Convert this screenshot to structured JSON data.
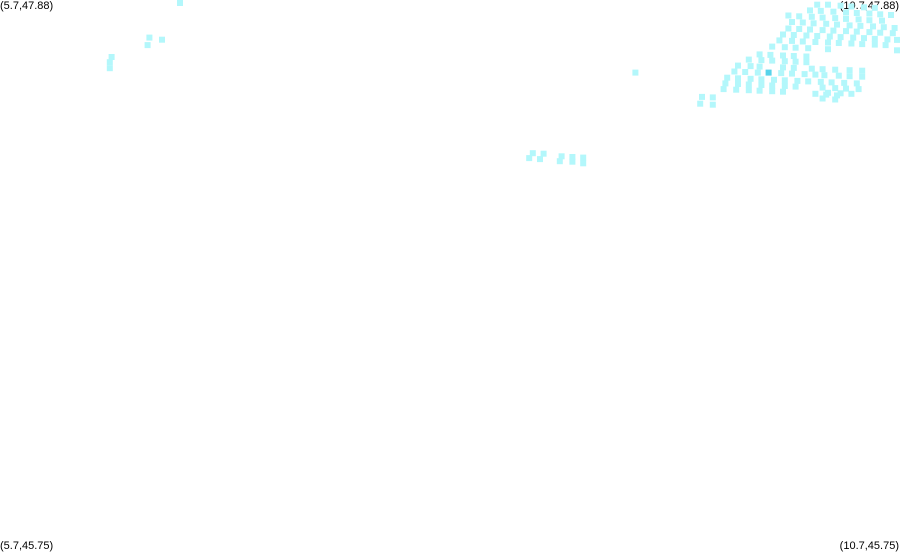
{
  "corners": {
    "top_left": "(5.7,47.88)",
    "top_right": "(10.7,47.88)",
    "bottom_left": "(5.7,45.75)",
    "bottom_right": "(10.7,45.75)"
  },
  "extent": {
    "lon_min": 5.7,
    "lon_max": 10.7,
    "lat_min": 45.75,
    "lat_max": 47.88
  },
  "colors": {
    "cell": "#b3f7fb",
    "highlight": "#58d3ea",
    "background": "#ffffff",
    "text": "#000000"
  },
  "highlight_cells": [
    [
      9.97,
      47.6
    ]
  ],
  "cells": [
    [
      6.7,
      47.875
    ],
    [
      6.53,
      47.735
    ],
    [
      6.6,
      47.727
    ],
    [
      6.52,
      47.706
    ],
    [
      6.32,
      47.66
    ],
    [
      6.31,
      47.64
    ],
    [
      6.31,
      47.617
    ],
    [
      9.23,
      47.6
    ],
    [
      8.66,
      47.289
    ],
    [
      8.72,
      47.287
    ],
    [
      8.64,
      47.27
    ],
    [
      8.7,
      47.266
    ],
    [
      8.82,
      47.277
    ],
    [
      8.88,
      47.274
    ],
    [
      8.94,
      47.272
    ],
    [
      8.81,
      47.258
    ],
    [
      8.88,
      47.256
    ],
    [
      8.94,
      47.25
    ],
    [
      9.6,
      47.506
    ],
    [
      9.66,
      47.504
    ],
    [
      9.59,
      47.48
    ],
    [
      9.66,
      47.476
    ],
    [
      10.24,
      47.862
    ],
    [
      10.3,
      47.862
    ],
    [
      10.37,
      47.858
    ],
    [
      10.43,
      47.855
    ],
    [
      10.5,
      47.852
    ],
    [
      10.56,
      47.85
    ],
    [
      10.2,
      47.84
    ],
    [
      10.26,
      47.838
    ],
    [
      10.33,
      47.835
    ],
    [
      10.4,
      47.832
    ],
    [
      10.46,
      47.83
    ],
    [
      10.53,
      47.828
    ],
    [
      10.59,
      47.825
    ],
    [
      10.65,
      47.822
    ],
    [
      10.08,
      47.82
    ],
    [
      10.14,
      47.817
    ],
    [
      10.21,
      47.815
    ],
    [
      10.27,
      47.812
    ],
    [
      10.34,
      47.81
    ],
    [
      10.4,
      47.807
    ],
    [
      10.47,
      47.805
    ],
    [
      10.53,
      47.802
    ],
    [
      10.6,
      47.8
    ],
    [
      10.1,
      47.795
    ],
    [
      10.16,
      47.793
    ],
    [
      10.22,
      47.79
    ],
    [
      10.29,
      47.788
    ],
    [
      10.35,
      47.785
    ],
    [
      10.42,
      47.782
    ],
    [
      10.48,
      47.78
    ],
    [
      10.55,
      47.778
    ],
    [
      10.61,
      47.775
    ],
    [
      10.67,
      47.772
    ],
    [
      10.08,
      47.77
    ],
    [
      10.14,
      47.768
    ],
    [
      10.2,
      47.766
    ],
    [
      10.27,
      47.764
    ],
    [
      10.33,
      47.762
    ],
    [
      10.4,
      47.76
    ],
    [
      10.46,
      47.758
    ],
    [
      10.53,
      47.756
    ],
    [
      10.59,
      47.754
    ],
    [
      10.66,
      47.752
    ],
    [
      10.05,
      47.747
    ],
    [
      10.11,
      47.745
    ],
    [
      10.18,
      47.743
    ],
    [
      10.24,
      47.741
    ],
    [
      10.31,
      47.739
    ],
    [
      10.37,
      47.737
    ],
    [
      10.44,
      47.735
    ],
    [
      10.5,
      47.733
    ],
    [
      10.56,
      47.73
    ],
    [
      10.63,
      47.728
    ],
    [
      10.69,
      47.726
    ],
    [
      10.03,
      47.724
    ],
    [
      10.1,
      47.722
    ],
    [
      10.16,
      47.72
    ],
    [
      10.23,
      47.718
    ],
    [
      10.3,
      47.716
    ],
    [
      10.36,
      47.714
    ],
    [
      10.43,
      47.712
    ],
    [
      10.49,
      47.71
    ],
    [
      10.56,
      47.708
    ],
    [
      10.62,
      47.706
    ],
    [
      9.99,
      47.7
    ],
    [
      10.06,
      47.698
    ],
    [
      10.12,
      47.696
    ],
    [
      10.19,
      47.694
    ],
    [
      10.3,
      47.69
    ],
    [
      10.69,
      47.686
    ],
    [
      9.92,
      47.67
    ],
    [
      9.98,
      47.668
    ],
    [
      10.05,
      47.666
    ],
    [
      10.11,
      47.664
    ],
    [
      10.18,
      47.662
    ],
    [
      9.86,
      47.65
    ],
    [
      9.93,
      47.648
    ],
    [
      9.99,
      47.646
    ],
    [
      10.06,
      47.644
    ],
    [
      10.12,
      47.642
    ],
    [
      10.18,
      47.64
    ],
    [
      9.8,
      47.627
    ],
    [
      9.87,
      47.625
    ],
    [
      9.92,
      47.623
    ],
    [
      10.05,
      47.62
    ],
    [
      10.11,
      47.618
    ],
    [
      10.21,
      47.615
    ],
    [
      10.27,
      47.613
    ],
    [
      10.34,
      47.611
    ],
    [
      10.42,
      47.609
    ],
    [
      10.49,
      47.607
    ],
    [
      9.78,
      47.604
    ],
    [
      9.84,
      47.602
    ],
    [
      9.91,
      47.6
    ],
    [
      10.04,
      47.598
    ],
    [
      10.1,
      47.596
    ],
    [
      10.17,
      47.594
    ],
    [
      10.23,
      47.592
    ],
    [
      10.28,
      47.59
    ],
    [
      10.36,
      47.588
    ],
    [
      10.42,
      47.586
    ],
    [
      10.49,
      47.584
    ],
    [
      9.74,
      47.58
    ],
    [
      9.8,
      47.578
    ],
    [
      9.87,
      47.576
    ],
    [
      9.93,
      47.574
    ],
    [
      10.0,
      47.572
    ],
    [
      10.06,
      47.57
    ],
    [
      10.13,
      47.568
    ],
    [
      10.19,
      47.566
    ],
    [
      10.26,
      47.564
    ],
    [
      10.32,
      47.562
    ],
    [
      10.39,
      47.56
    ],
    [
      10.46,
      47.558
    ],
    [
      9.73,
      47.558
    ],
    [
      9.8,
      47.556
    ],
    [
      9.86,
      47.554
    ],
    [
      9.93,
      47.552
    ],
    [
      9.99,
      47.55
    ],
    [
      10.06,
      47.548
    ],
    [
      10.12,
      47.546
    ],
    [
      10.27,
      47.542
    ],
    [
      10.34,
      47.54
    ],
    [
      10.4,
      47.538
    ],
    [
      10.47,
      47.536
    ],
    [
      9.72,
      47.536
    ],
    [
      9.79,
      47.534
    ],
    [
      9.86,
      47.532
    ],
    [
      9.92,
      47.53
    ],
    [
      9.99,
      47.528
    ],
    [
      10.05,
      47.526
    ],
    [
      10.3,
      47.522
    ],
    [
      10.37,
      47.52
    ],
    [
      10.43,
      47.518
    ],
    [
      10.23,
      47.518
    ],
    [
      10.29,
      47.515
    ],
    [
      10.35,
      47.512
    ],
    [
      10.27,
      47.5
    ],
    [
      10.34,
      47.496
    ]
  ]
}
